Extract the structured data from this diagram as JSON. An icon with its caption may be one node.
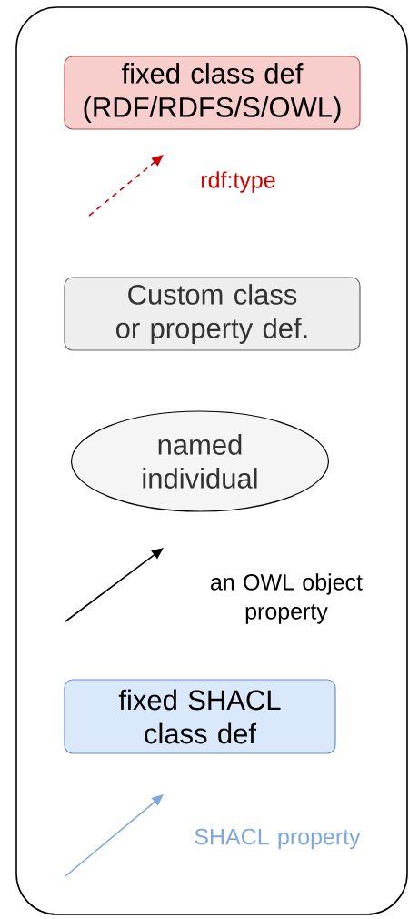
{
  "diagram": {
    "nodes": [
      {
        "text": [],
        "shape": "box"
      },
      {
        "text": [
          "fixed class def (RDF/RDFS/S/OWL)"
        ],
        "in": 0
      },
      {
        "text": [
          "Custom class or property def."
        ],
        "in": 0
      },
      {
        "text": [
          "named individual"
        ],
        "in": 0
      },
      {
        "text": [
          "fixed SHACL class def"
        ],
        "in": 0
      }
    ],
    "legend": [
      {
        "text": "rdf:type"
      },
      {
        "text": "an OWL object property"
      },
      {
        "text": "SHACL property"
      }
    ]
  }
}
